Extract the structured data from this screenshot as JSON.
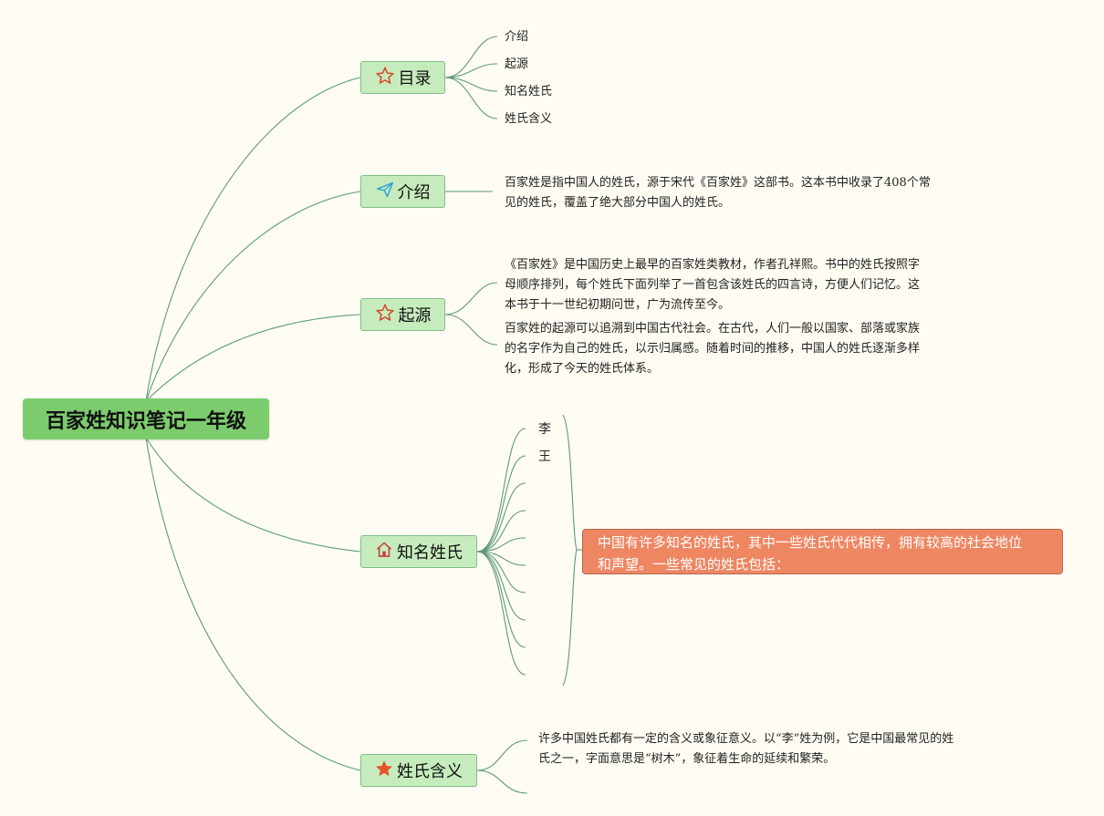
{
  "colors": {
    "background": "#fefcf3",
    "root_fill": "#7ccc6e",
    "branch_fill": "#c6ecbd",
    "branch_border": "#7fbf86",
    "connector": "#5e9a78",
    "callout_fill": "#ee8662"
  },
  "root": {
    "label": "百家姓知识笔记一年级"
  },
  "branches": {
    "toc": {
      "label": "目录",
      "icon": "star-outline-icon",
      "items": [
        "介绍",
        "起源",
        "知名姓氏",
        "姓氏含义"
      ]
    },
    "intro": {
      "label": "介绍",
      "icon": "paper-plane-icon",
      "text": "百家姓是指中国人的姓氏，源于宋代《百家姓》这部书。这本书中收录了408个常\n见的姓氏，覆盖了绝大部分中国人的姓氏。"
    },
    "origin": {
      "label": "起源",
      "icon": "star-outline-icon",
      "paragraphs": [
        "《百家姓》是中国历史上最早的百家姓类教材，作者孔祥熙。书中的姓氏按照字\n母顺序排列，每个姓氏下面列举了一首包含该姓氏的四言诗，方便人们记忆。这\n本书于十一世纪初期问世，广为流传至今。",
        "百家姓的起源可以追溯到中国古代社会。在古代，人们一般以国家、部落或家族\n的名字作为自己的姓氏，以示归属感。随着时间的推移，中国人的姓氏逐渐多样\n化，形成了今天的姓氏体系。"
      ]
    },
    "famous": {
      "label": "知名姓氏",
      "icon": "home-icon",
      "surnames": [
        "李",
        "王"
      ],
      "callout": "中国有许多知名的姓氏，其中一些姓氏代代相传，拥有较高的社会地位\n和声望。一些常见的姓氏包括："
    },
    "meaning": {
      "label": "姓氏含义",
      "icon": "star-filled-icon",
      "text": "许多中国姓氏都有一定的含义或象征意义。以“李”姓为例，它是中国最常见的姓\n氏之一，字面意思是“树木”，象征着生命的延续和繁荣。"
    }
  }
}
